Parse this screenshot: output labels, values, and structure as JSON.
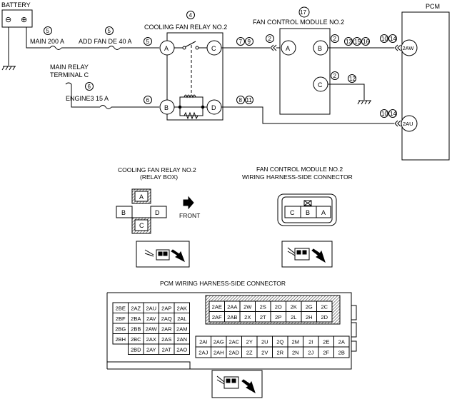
{
  "schematic": {
    "battery": "BATTERY",
    "battery_neg": "⊖",
    "battery_pos": "⊕",
    "fuse_main_num": "5",
    "fuse_main": "MAIN 200 A",
    "fuse_add_num": "5",
    "fuse_add": "ADD FAN DE 40 A",
    "relay_num": "4",
    "relay_title": "COOLING FAN RELAY NO.2",
    "main_relay_line1": "MAIN RELAY",
    "main_relay_line2": "TERMINAL C",
    "fuse_eng_num": "6",
    "fuse_eng": "ENGINE3 15 A",
    "fcm_num": "17",
    "fcm_title": "FAN CONTROL MODULE NO.2",
    "pcm_title": "PCM",
    "term_a": "A",
    "term_b": "B",
    "term_c": "C",
    "term_d": "D",
    "pcm_2aw": "2AW",
    "pcm_2au": "2AU",
    "w_a_in": "5",
    "w_b_in": "6",
    "w_c1": "7",
    "w_c2": "9",
    "w_d1": "8",
    "w_d2": "11",
    "w_fa": "2",
    "w_fb1": "2",
    "w_fb2": "13",
    "w_fb3": "15",
    "w_fb4": "16",
    "w_fc1": "2",
    "w_fc2": "12",
    "w_p1a": "10",
    "w_p1b": "14",
    "w_p2a": "10",
    "w_p2b": "14"
  },
  "relay_box": {
    "title1": "COOLING FAN RELAY NO.2",
    "title2": "(RELAY BOX)",
    "a": "A",
    "b": "B",
    "c": "C",
    "d": "D",
    "front": "FRONT"
  },
  "fcm_connector": {
    "title1": "FAN CONTROL MODULE NO.2",
    "title2": "WIRING HARNESS-SIDE CONNECTOR",
    "pins": [
      "C",
      "B",
      "A"
    ]
  },
  "pcm_connector": {
    "title": "PCM WIRING HARNESS-SIDE CONNECTOR",
    "left_rows": [
      [
        "2BE",
        "2AZ",
        "2AU",
        "2AP",
        "2AK"
      ],
      [
        "2BF",
        "2BA",
        "2AV",
        "2AQ",
        "2AL"
      ],
      [
        "2BG",
        "2BB",
        "2AW",
        "2AR",
        "2AM"
      ],
      [
        "2BH",
        "2BC",
        "2AX",
        "2AS",
        "2AN"
      ],
      [
        "",
        "2BD",
        "2AY",
        "2AT",
        "2AO"
      ]
    ],
    "upper_rows": [
      [
        "2AE",
        "2AA",
        "2W",
        "2S",
        "2O",
        "2K",
        "2G",
        "2C"
      ],
      [
        "2AF",
        "2AB",
        "2X",
        "2T",
        "2P",
        "2L",
        "2H",
        "2D"
      ]
    ],
    "lower_rows": [
      [
        "2AI",
        "2AG",
        "2AC",
        "2Y",
        "2U",
        "2Q",
        "2M",
        "2I",
        "2E",
        "2A"
      ],
      [
        "2AJ",
        "2AH",
        "2AD",
        "2Z",
        "2V",
        "2R",
        "2N",
        "2J",
        "2F",
        "2B"
      ]
    ]
  }
}
